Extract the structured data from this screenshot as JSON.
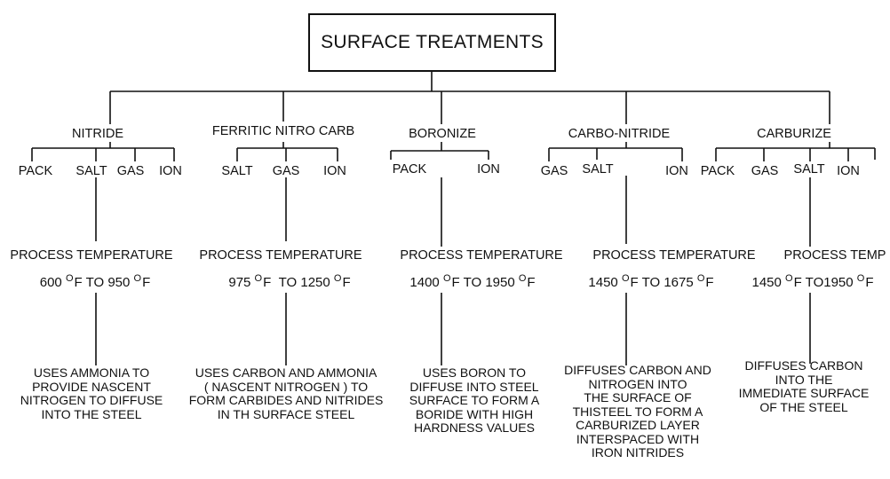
{
  "title": "SURFACE TREATMENTS",
  "treatments": [
    {
      "name": "NITRIDE",
      "methods": [
        "PACK",
        "SALT",
        "GAS",
        "ION"
      ],
      "temp_label": "PROCESS TEMPERATURE",
      "temp_low": "600",
      "temp_high": "950",
      "description": [
        "USES AMMONIA TO",
        "PROVIDE NASCENT",
        "NITROGEN TO DIFFUSE",
        "INTO THE STEEL"
      ]
    },
    {
      "name": "FERRITIC  NITRO CARB",
      "methods": [
        "SALT",
        "GAS",
        "ION"
      ],
      "temp_label": "PROCESS TEMPERATURE",
      "temp_low": "975",
      "temp_high": "1250",
      "description": [
        "USES CARBON AND AMMONIA",
        "( NASCENT NITROGEN )  TO",
        "FORM CARBIDES AND NITRIDES",
        "IN TH SURFACE STEEL"
      ]
    },
    {
      "name": "BORONIZE",
      "methods": [
        "PACK",
        "ION"
      ],
      "temp_label": "PROCESS TEMPERATURE",
      "temp_low": "1400",
      "temp_high": "1950",
      "description": [
        "USES BORON  TO",
        "DIFFUSE INTO STEEL",
        "SURFACE TO FORM A",
        "BORIDE  WITH HIGH",
        "HARDNESS VALUES"
      ]
    },
    {
      "name": "CARBO-NITRIDE",
      "methods": [
        "GAS",
        "SALT",
        "ION"
      ],
      "temp_label": "PROCESS  TEMPERATURE",
      "temp_low": "1450",
      "temp_high": "1675",
      "description": [
        "DIFFUSES CARBON AND",
        "NITROGEN INTO",
        "THE SURFACE OF",
        "THISTEEL TO FORM A",
        "CARBURIZED LAYER",
        "INTERSPACED WITH",
        "IRON NITRIDES"
      ]
    },
    {
      "name": "CARBURIZE",
      "methods": [
        "PACK",
        "GAS",
        "SALT",
        "ION"
      ],
      "temp_label": "PROCESS TEMP",
      "temp_low": "1450",
      "temp_high": "1950",
      "description": [
        "DIFFUSES CARBON",
        "INTO THE",
        "IMMEDIATE SURFACE",
        "OF THE STEEL"
      ]
    }
  ],
  "degree_unit": "F",
  "degree_mark": "O",
  "range_word": "TO",
  "colors": {
    "ink": "#111111",
    "background": "#ffffff"
  }
}
